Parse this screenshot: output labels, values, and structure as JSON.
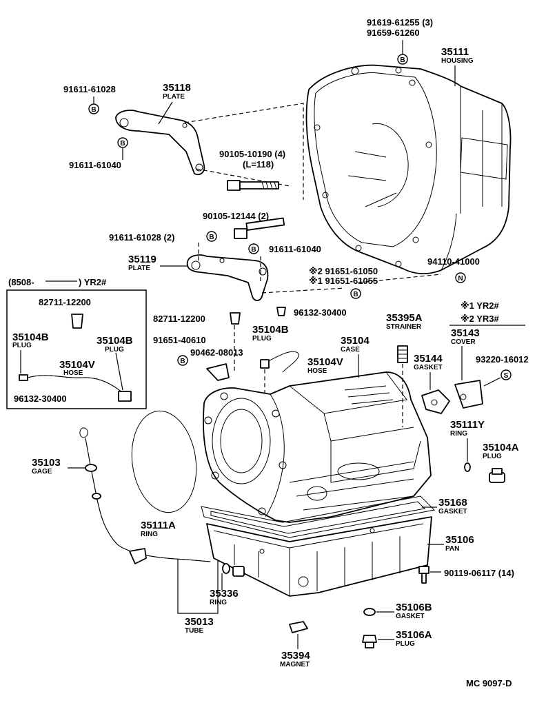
{
  "diagram_code": "MC 9097-D",
  "labels": {
    "housing_bolt_a": "91619-61255 (3)",
    "housing_bolt_b": "91659-61260",
    "housing_no": "35111",
    "housing_name": "HOUSING",
    "plate_upper_bolt_a": "91611-61028",
    "plate_upper_no": "35118",
    "plate_upper_name": "PLATE",
    "plate_upper_bolt_b": "91611-61040",
    "bolt_long": "90105-10190 (4)",
    "bolt_long_len": "(L=118)",
    "bolt_short": "90105-12144 (2)",
    "plate_lower_bolt_a": "91611-61028 (2)",
    "plate_lower_bolt_b": "91611-61040",
    "plate_lower_no": "35119",
    "plate_lower_name": "PLATE",
    "stud": "94110-41000",
    "bolt_var_1": "※2 91651-61050",
    "bolt_var_2": "※1 91651-61055",
    "inset_header_left": "(8508-",
    "inset_header_right": ") YR2#",
    "inset_breather": "82711-12200",
    "inset_plug_left_no": "35104B",
    "inset_plug_left_name": "PLUG",
    "inset_plug_right_no": "35104B",
    "inset_plug_right_name": "PLUG",
    "inset_hose_no": "35104V",
    "inset_hose_name": "HOSE",
    "inset_clip": "96132-30400",
    "breather": "82711-12200",
    "clip": "96132-30400",
    "plug_no": "35104B",
    "plug_name": "PLUG",
    "bracket_bolt": "91651-40610",
    "bracket": "90462-08013",
    "hose_no": "35104V",
    "hose_name": "HOSE",
    "case_no": "35104",
    "case_name": "CASE",
    "strainer_no": "35395A",
    "strainer_name": "STRAINER",
    "legend_1": "※1 YR2#",
    "legend_2": "※2 YR3#",
    "cover_no": "35143",
    "cover_name": "COVER",
    "gasket_cover_no": "35144",
    "gasket_cover_name": "GASKET",
    "cover_screw": "93220-16012",
    "ring_y_no": "35111Y",
    "ring_y_name": "RING",
    "plug_a_no": "35104A",
    "plug_a_name": "PLUG",
    "gage_no": "35103",
    "gage_name": "GAGE",
    "ring_a_no": "35111A",
    "ring_a_name": "RING",
    "gasket_pan_no": "35168",
    "gasket_pan_name": "GASKET",
    "pan_no": "35106",
    "pan_name": "PAN",
    "pan_bolt": "90119-06117 (14)",
    "ring_tube_no": "35336",
    "ring_tube_name": "RING",
    "gasket_drain_no": "35106B",
    "gasket_drain_name": "GASKET",
    "tube_no": "35013",
    "tube_name": "TUBE",
    "drain_plug_no": "35106A",
    "drain_plug_name": "PLUG",
    "magnet_no": "35394",
    "magnet_name": "MAGNET"
  },
  "symbols": {
    "b": "B",
    "n": "N",
    "s": "S"
  }
}
